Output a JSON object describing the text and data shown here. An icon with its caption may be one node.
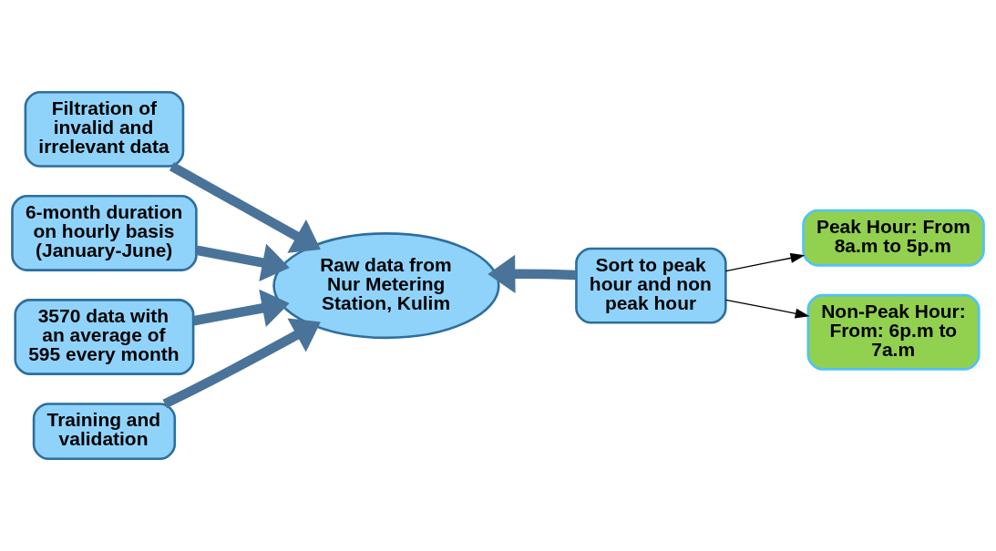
{
  "diagram": {
    "nodes": [
      {
        "text": [
          "Filtration of invalid and irrelevant data"
        ]
      },
      {
        "text": [
          "6-month duration on hourly basis (January-June)"
        ]
      },
      {
        "text": [
          "3570 data with an average of 595 every month"
        ]
      },
      {
        "text": [
          "Peak Hour: From 8a.m to 5p.m"
        ]
      },
      {
        "text": [
          "Training and validation"
        ]
      },
      {
        "text": [
          "Raw data from Nur Metering Station, Kulim"
        ]
      },
      {
        "text": [
          "Sort to peak hour and non peak hour"
        ]
      },
      {
        "text": [
          "Non-Peak Hour: From: 6p.m to 7a.m"
        ]
      }
    ],
    "edges": [
      {
        "from": 0,
        "to": 5,
        "arrow": "to"
      },
      {
        "from": 1,
        "to": 5,
        "arrow": "to"
      },
      {
        "from": 2,
        "to": 5,
        "arrow": "to"
      },
      {
        "from": 4,
        "to": 5,
        "arrow": "to"
      },
      {
        "from": 6,
        "to": 5,
        "arrow": "to"
      },
      {
        "from": 6,
        "to": 3,
        "arrow": "to",
        "color": "#000000"
      },
      {
        "from": 6,
        "to": 7,
        "arrow": "to",
        "color": "#000000"
      }
    ]
  }
}
